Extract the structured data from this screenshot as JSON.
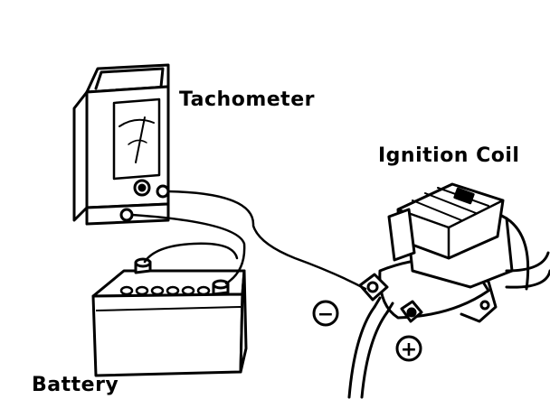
{
  "labels": {
    "tachometer": "Tachometer",
    "ignition_coil": "Ignition Coil",
    "battery": "Battery"
  },
  "symbols": {
    "negative": "−",
    "positive": "+"
  },
  "colors": {
    "ink": "#000000",
    "paper": "#ffffff"
  }
}
